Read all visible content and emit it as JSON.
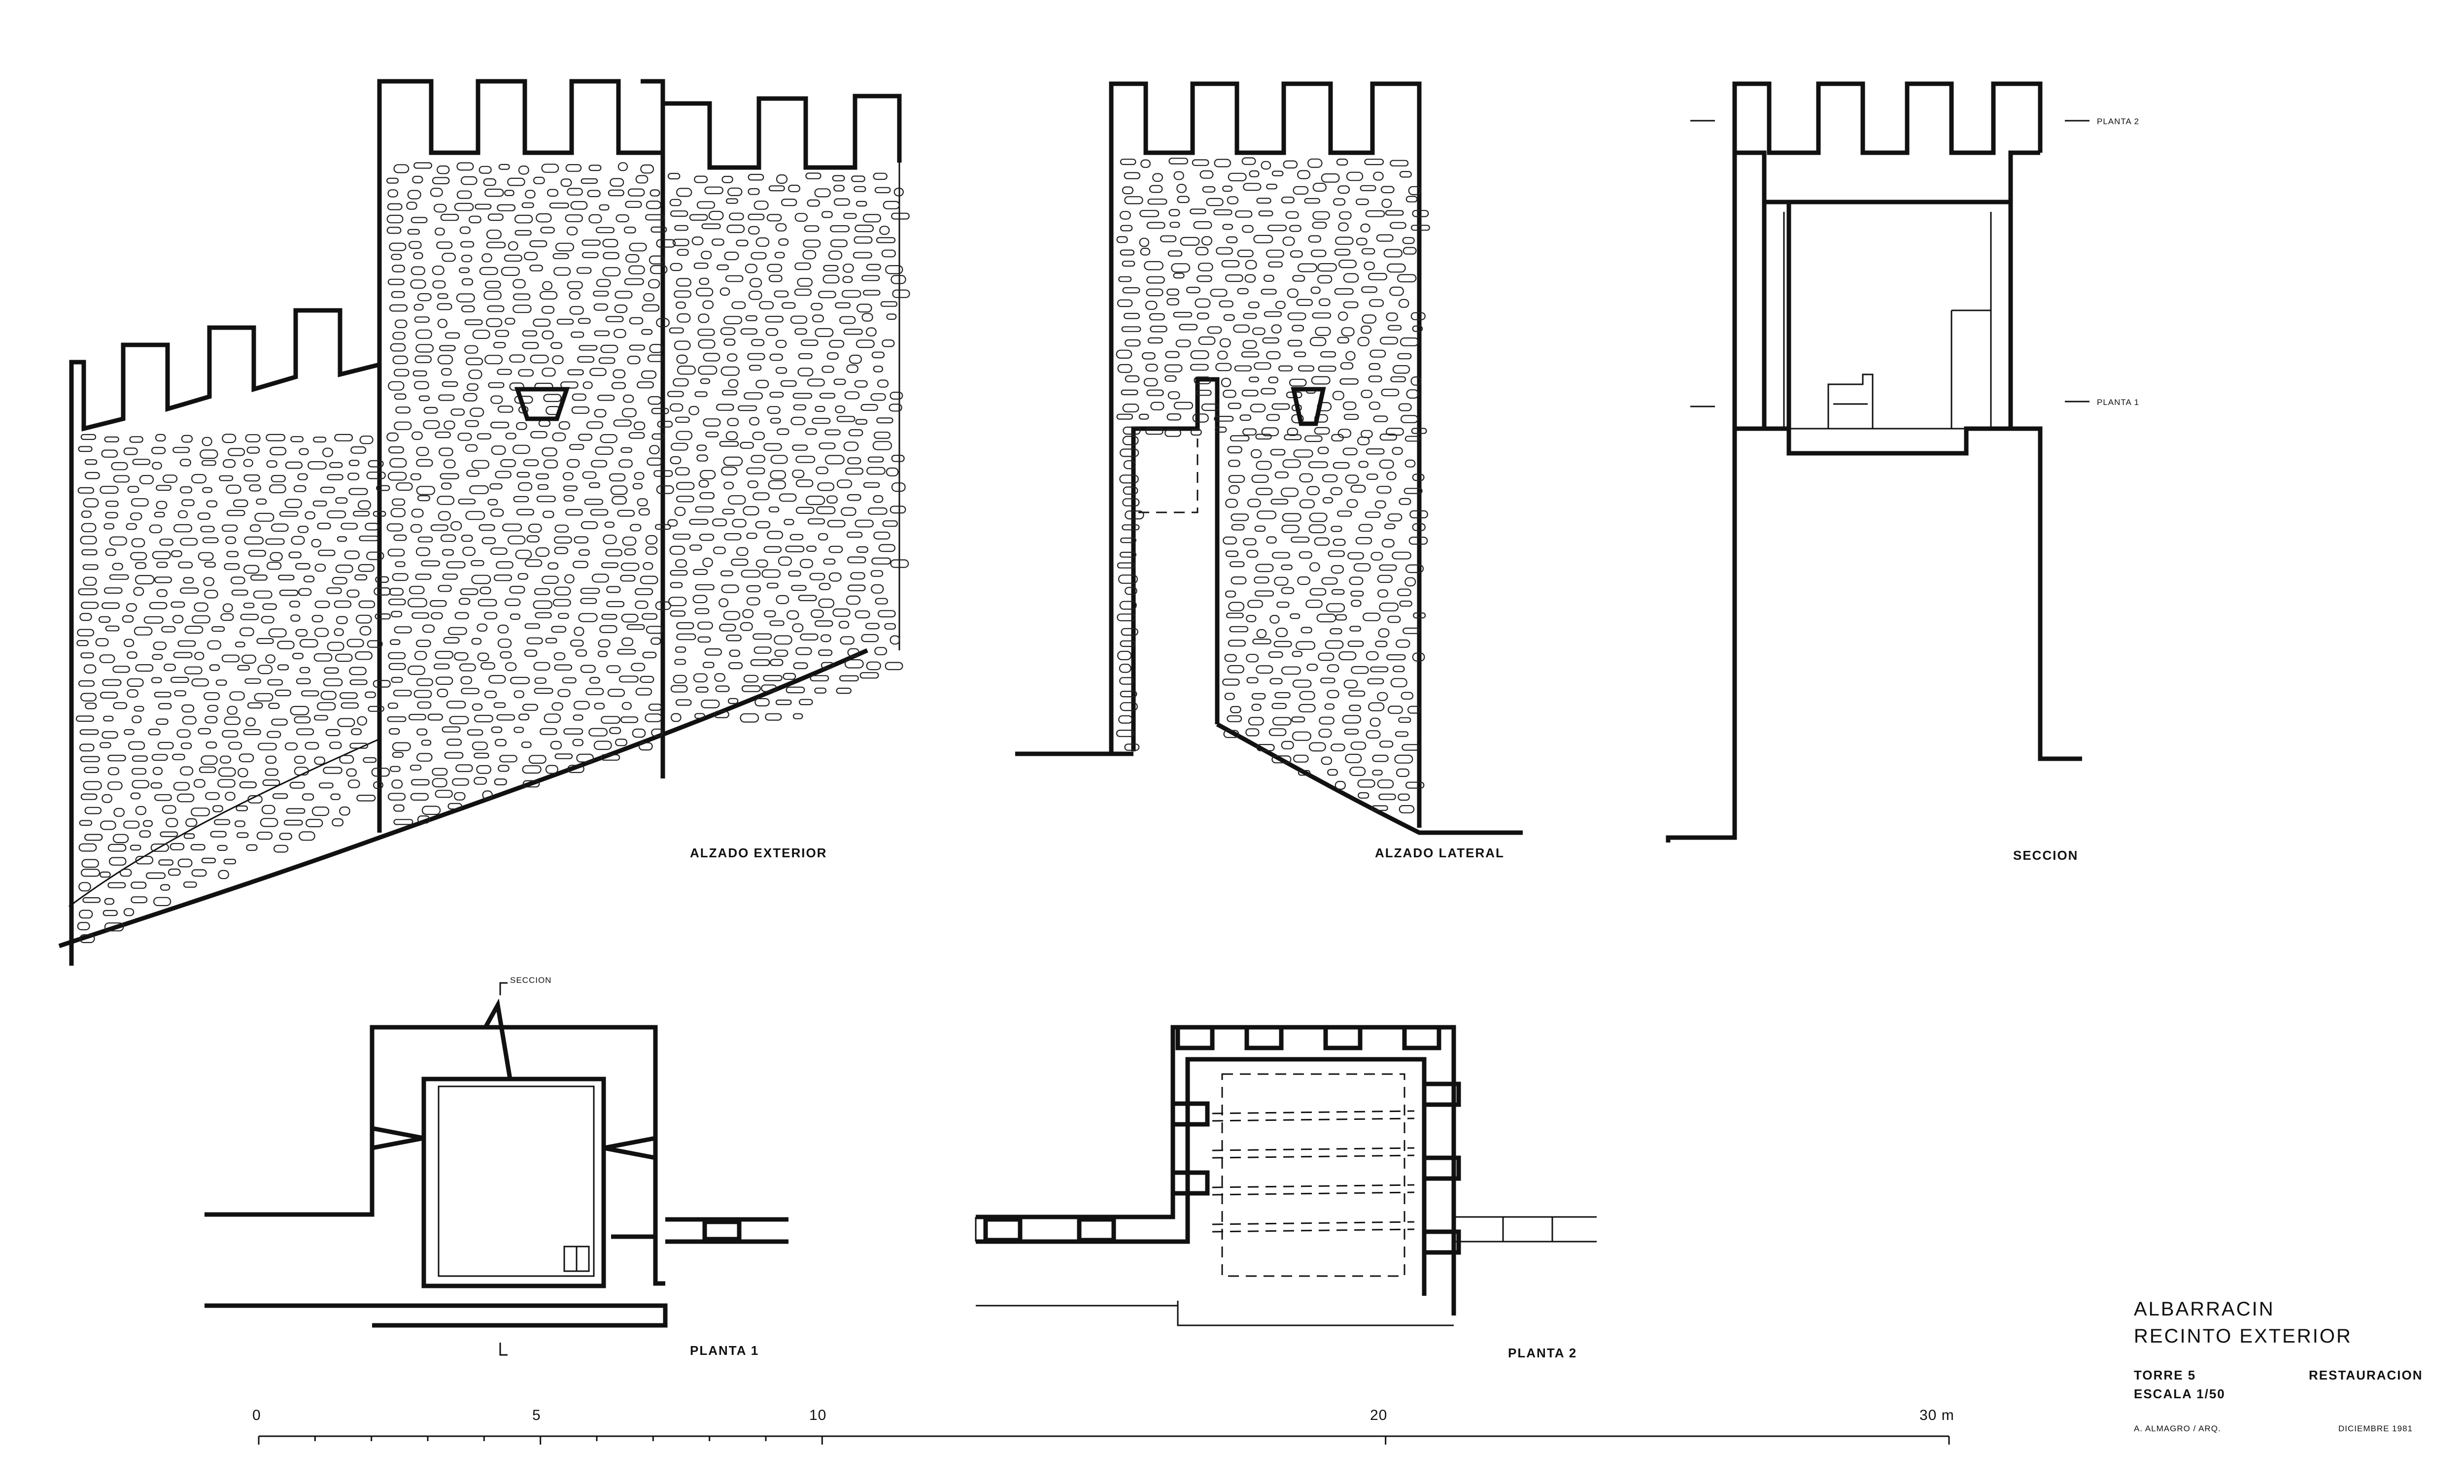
{
  "labels": {
    "alzado_exterior": "ALZADO EXTERIOR",
    "alzado_lateral": "ALZADO LATERAL",
    "seccion": "SECCION",
    "planta_1": "PLANTA 1",
    "planta_2": "PLANTA 2",
    "seccion_marker": "SECCION",
    "planta_2_level": "PLANTA 2",
    "planta_1_level": "PLANTA 1"
  },
  "scale_bar": {
    "ticks": [
      "0",
      "5",
      "10",
      "20",
      "30 m"
    ]
  },
  "title_block": {
    "line1": "ALBARRACIN",
    "line2": "RECINTO EXTERIOR",
    "torre": "TORRE 5",
    "restauracion": "RESTAURACION",
    "escala": "ESCALA 1/50",
    "autor": "A. ALMAGRO / ARQ.",
    "fecha": "DICIEMBRE  1981"
  },
  "colors": {
    "ink": "#111111",
    "paper": "#ffffff"
  }
}
